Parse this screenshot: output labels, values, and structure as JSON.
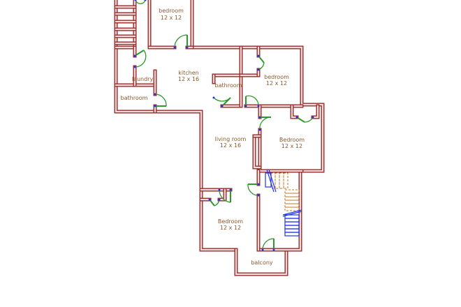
{
  "rooms": [
    {
      "name": "bedroom",
      "size": "12 x 12"
    },
    {
      "name": "kitchen",
      "size": "12 x 16"
    },
    {
      "name": "laundry",
      "size": ""
    },
    {
      "name": "bathroom",
      "size": ""
    },
    {
      "name": "bathroom",
      "size": ""
    },
    {
      "name": "bedroom",
      "size": "12 x 12"
    },
    {
      "name": "living room",
      "size": "12 x 16"
    },
    {
      "name": "Bedroom",
      "size": "12 x 12"
    },
    {
      "name": "Bedroom",
      "size": "12 x 12"
    },
    {
      "name": "balcony",
      "size": ""
    }
  ],
  "colors": {
    "wall": "#9b2a2a",
    "door": "#2a9a2a",
    "stairs_up": "#c8742a",
    "stairs_down": "#2233ee",
    "label": "#8a5a2a"
  }
}
